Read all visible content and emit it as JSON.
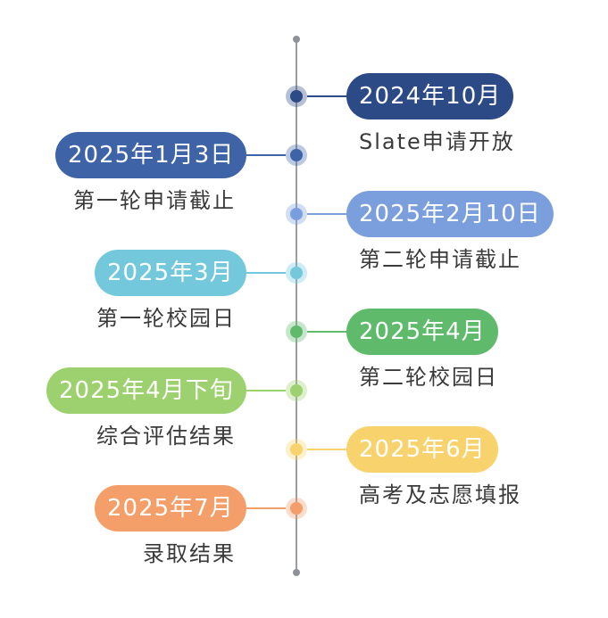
{
  "events": [
    {
      "date": "2024年10月",
      "label": "Slate申请开放",
      "side": "right",
      "color": "#2c4a86"
    },
    {
      "date": "2025年1月3日",
      "label": "第一轮申请截止",
      "side": "left",
      "color": "#3e63a6"
    },
    {
      "date": "2025年2月10日",
      "label": "第二轮申请截止",
      "side": "right",
      "color": "#7b9fdc"
    },
    {
      "date": "2025年3月",
      "label": "第一轮校园日",
      "side": "left",
      "color": "#74c8dc"
    },
    {
      "date": "2025年4月",
      "label": "第二轮校园日",
      "side": "right",
      "color": "#5fba6c"
    },
    {
      "date": "2025年4月下旬",
      "label": "综合评估结果",
      "side": "left",
      "color": "#9dd16f"
    },
    {
      "date": "2025年6月",
      "label": "高考及志愿填报",
      "side": "right",
      "color": "#f8d36d"
    },
    {
      "date": "2025年7月",
      "label": "录取结果",
      "side": "left",
      "color": "#f49e6a"
    }
  ]
}
